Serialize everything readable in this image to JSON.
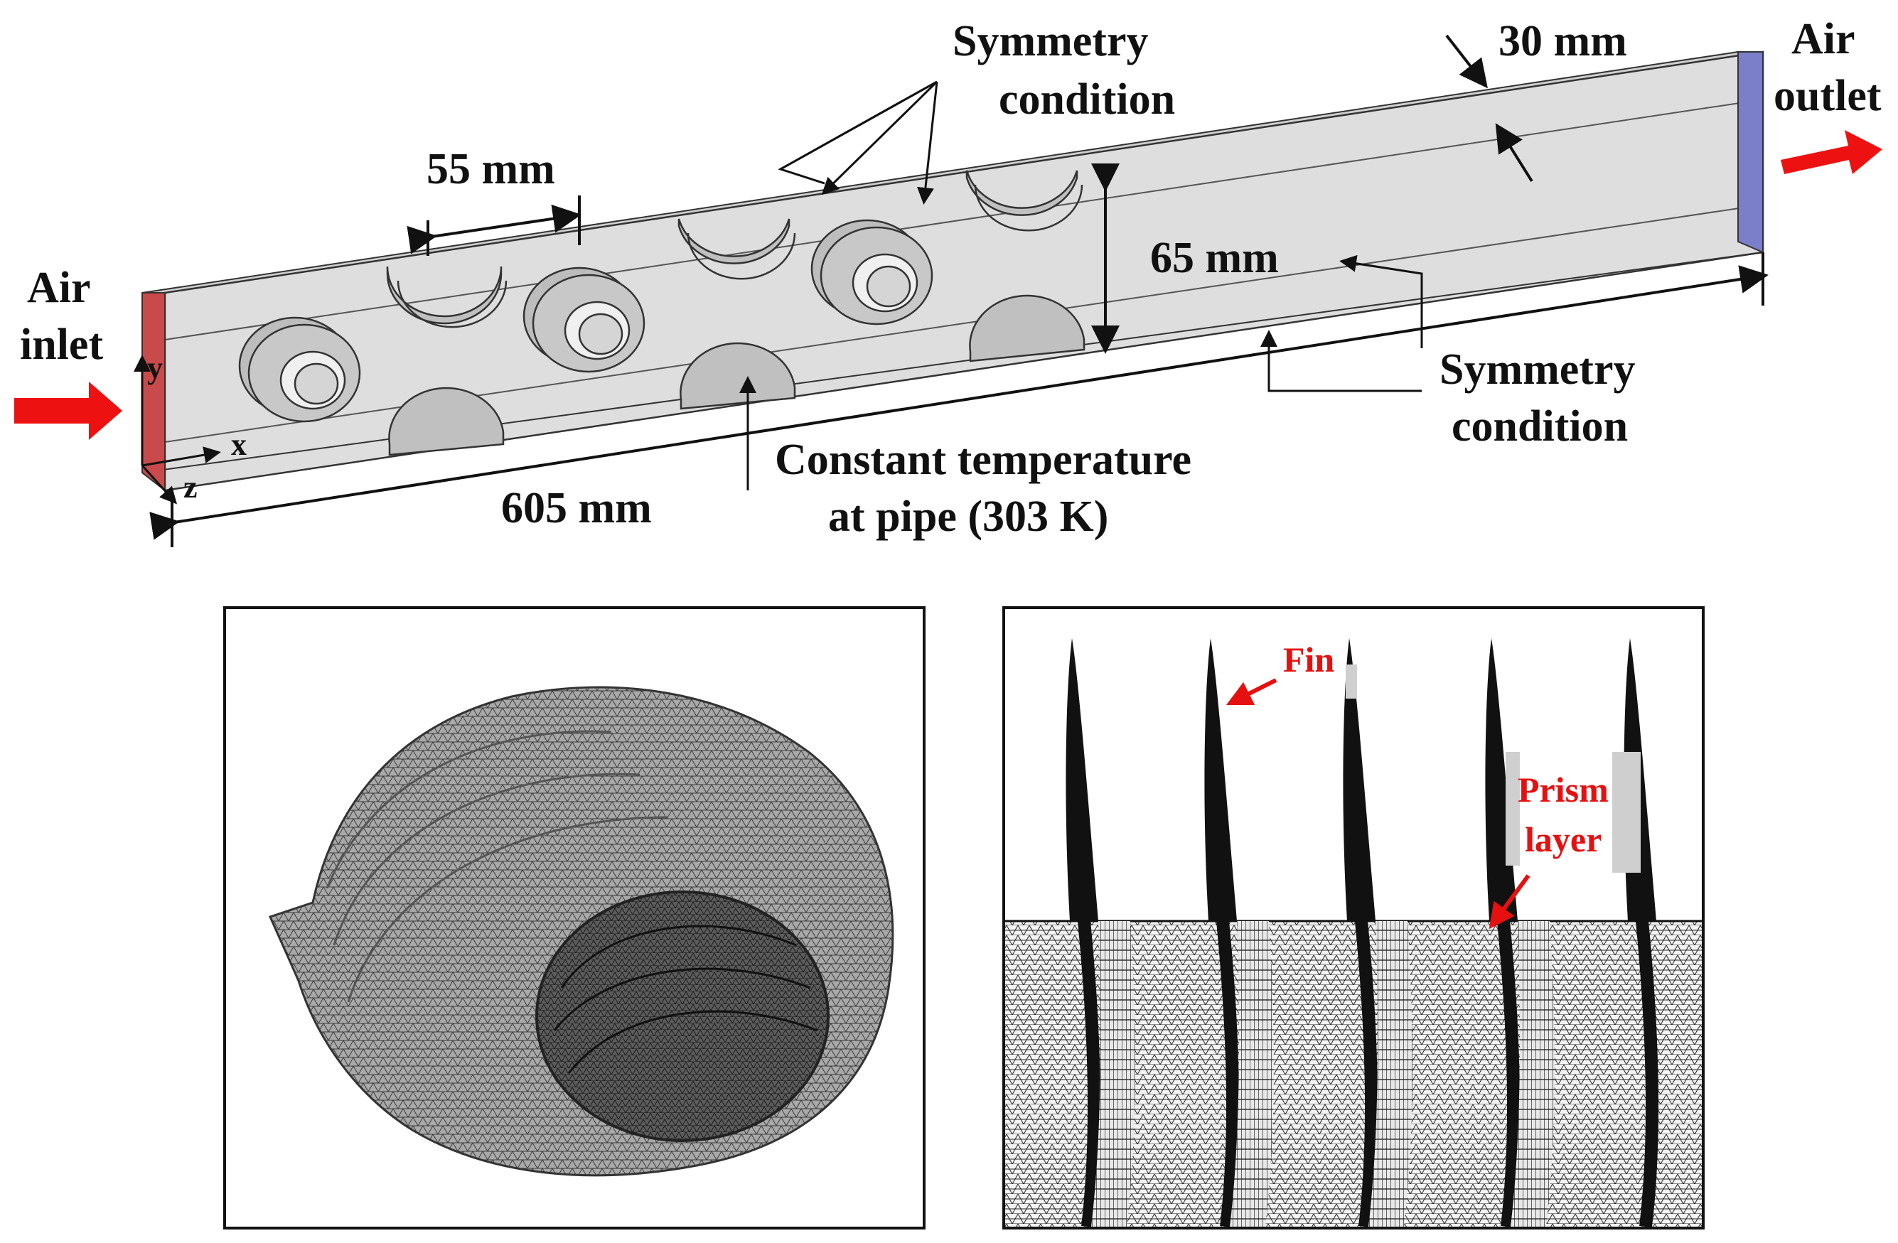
{
  "top_panel": {
    "inlet_label": [
      "Air",
      "inlet"
    ],
    "outlet_label": [
      "Air",
      "outlet"
    ],
    "dim_thickness": "30 mm",
    "dim_pitch": "55 mm",
    "dim_height": "65 mm",
    "dim_length": "605 mm",
    "symmetry_top": [
      "Symmetry",
      "condition"
    ],
    "symmetry_bottom": [
      "Symmetry",
      "condition"
    ],
    "pipe_condition": [
      "Constant temperature",
      "at pipe (303 K)"
    ],
    "axis_x": "x",
    "axis_y": "y",
    "axis_z": "z",
    "colors": {
      "inlet_face": "#c94a4a",
      "outlet_face": "#7b7ec8",
      "flow_arrow": "#ee1111",
      "duct_face": "#dcdcdc",
      "duct_top": "#cfcfcf"
    }
  },
  "bottom_right_panel": {
    "fin_label": "Fin",
    "prism_label": [
      "Prism",
      "layer"
    ],
    "annotation_color": "#e61010"
  }
}
